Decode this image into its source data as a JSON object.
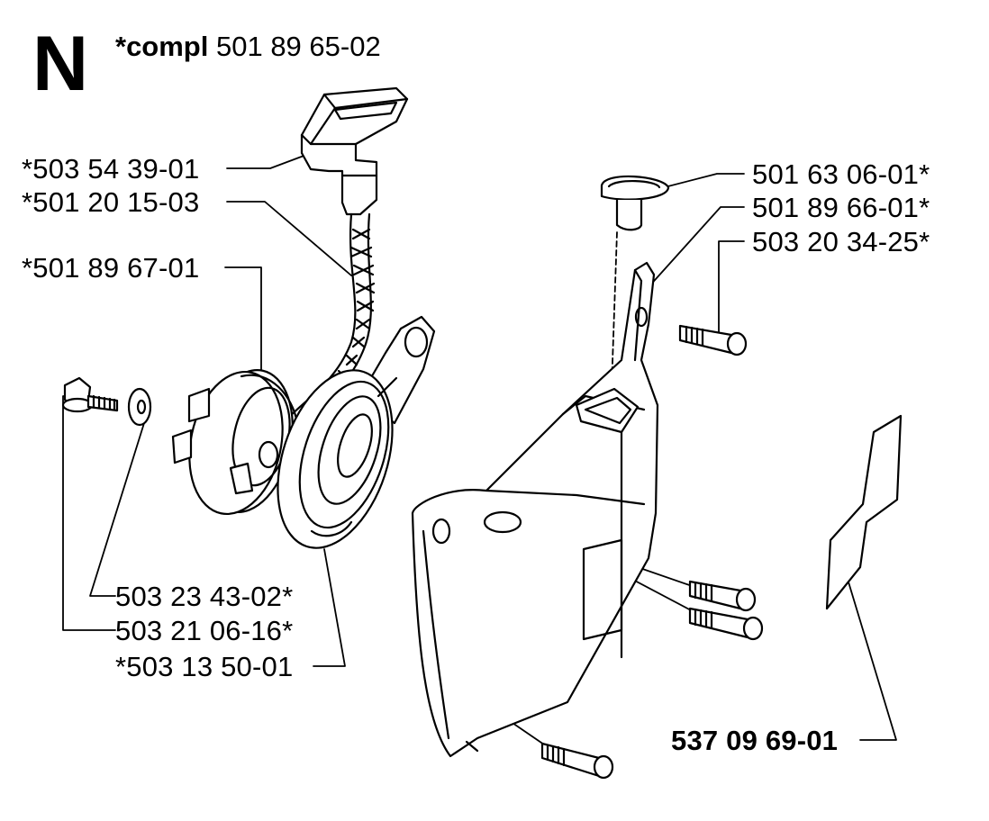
{
  "section_letter": "N",
  "header": {
    "compl_prefix": "*compl",
    "compl_number": "501 89 65-02"
  },
  "parts": [
    {
      "id": "starter-handle",
      "number": "*503 54 39-01"
    },
    {
      "id": "starter-cord",
      "number": "*501 20 15-03"
    },
    {
      "id": "pulley",
      "number": "*501 89 67-01"
    },
    {
      "id": "washer",
      "number": "503 23 43-02*"
    },
    {
      "id": "pulley-screw",
      "number": "503 21 06-16*"
    },
    {
      "id": "rewind-spring",
      "number": "*503 13 50-01"
    },
    {
      "id": "rubber-plug",
      "number": "501 63 06-01*"
    },
    {
      "id": "starter-housing",
      "number": "501 89 66-01*"
    },
    {
      "id": "housing-screw",
      "number": "503 20 34-25*"
    },
    {
      "id": "decal",
      "number": "537 09 69-01"
    }
  ]
}
